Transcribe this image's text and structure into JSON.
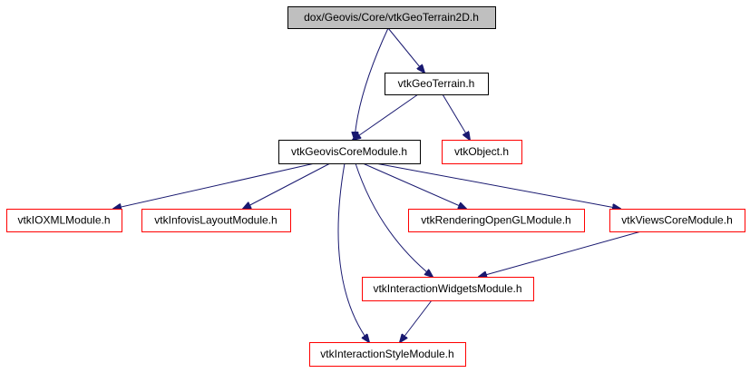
{
  "colors": {
    "edge": "#191970",
    "root_fill": "#bfbfbf",
    "root_border": "#000000",
    "normal_border": "#000000",
    "missing_border": "#ff0000",
    "node_fill": "#ffffff"
  },
  "nodes": [
    {
      "id": "root",
      "label": "dox/Geovis/Core/vtkGeoTerrain2D.h",
      "style": "root"
    },
    {
      "id": "geoterrain",
      "label": "vtkGeoTerrain.h",
      "style": "normal"
    },
    {
      "id": "geoviscore",
      "label": "vtkGeovisCoreModule.h",
      "style": "normal"
    },
    {
      "id": "object",
      "label": "vtkObject.h",
      "style": "missing"
    },
    {
      "id": "ioxml",
      "label": "vtkIOXMLModule.h",
      "style": "missing"
    },
    {
      "id": "infovis",
      "label": "vtkInfovisLayoutModule.h",
      "style": "missing"
    },
    {
      "id": "rendering",
      "label": "vtkRenderingOpenGLModule.h",
      "style": "missing"
    },
    {
      "id": "views",
      "label": "vtkViewsCoreModule.h",
      "style": "missing"
    },
    {
      "id": "widgets",
      "label": "vtkInteractionWidgetsModule.h",
      "style": "missing"
    },
    {
      "id": "style",
      "label": "vtkInteractionStyleModule.h",
      "style": "missing"
    }
  ],
  "edges": [
    {
      "from": "root",
      "to": "geoterrain"
    },
    {
      "from": "root",
      "to": "geoviscore"
    },
    {
      "from": "geoterrain",
      "to": "geoviscore"
    },
    {
      "from": "geoterrain",
      "to": "object"
    },
    {
      "from": "geoviscore",
      "to": "ioxml"
    },
    {
      "from": "geoviscore",
      "to": "infovis"
    },
    {
      "from": "geoviscore",
      "to": "rendering"
    },
    {
      "from": "geoviscore",
      "to": "views"
    },
    {
      "from": "geoviscore",
      "to": "widgets"
    },
    {
      "from": "geoviscore",
      "to": "style"
    },
    {
      "from": "views",
      "to": "widgets"
    },
    {
      "from": "widgets",
      "to": "style"
    }
  ]
}
